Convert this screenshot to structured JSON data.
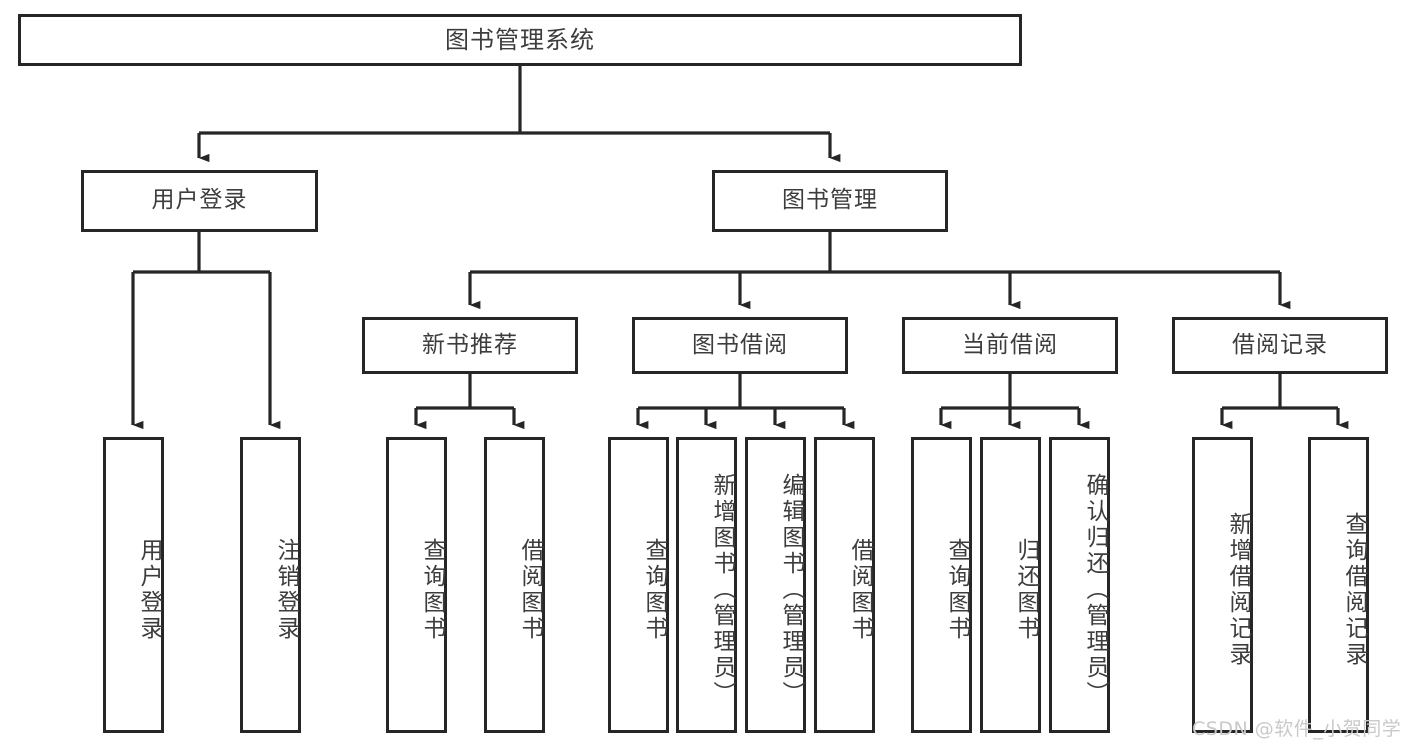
{
  "diagram": {
    "title": "图书管理系统",
    "type": "tree-hierarchy-chart",
    "colors": {
      "stroke": "#262626",
      "text": "#3d3d3d",
      "background": "#ffffff",
      "watermark": "#c9c9c9"
    },
    "root": {
      "id": "root",
      "label": "图书管理系统"
    },
    "level2": [
      {
        "id": "user-login",
        "label": "用户登录"
      },
      {
        "id": "book-manage",
        "label": "图书管理"
      }
    ],
    "level3": [
      {
        "id": "new-book-rec",
        "label": "新书推荐"
      },
      {
        "id": "book-borrow",
        "label": "图书借阅"
      },
      {
        "id": "current-borrow",
        "label": "当前借阅"
      },
      {
        "id": "borrow-record",
        "label": "借阅记录"
      }
    ],
    "leaves": {
      "user_login": [
        {
          "id": "leaf-user-login",
          "label": "用户登录"
        },
        {
          "id": "leaf-logout",
          "label": "注销登录"
        }
      ],
      "new_book_rec": [
        {
          "id": "leaf-query-book-1",
          "label": "查询图书"
        },
        {
          "id": "leaf-borrow-book-1",
          "label": "借阅图书"
        }
      ],
      "book_borrow": [
        {
          "id": "leaf-query-book-2",
          "label": "查询图书"
        },
        {
          "id": "leaf-add-book",
          "label": "新增图书（管理员）"
        },
        {
          "id": "leaf-edit-book",
          "label": "编辑图书（管理员）"
        },
        {
          "id": "leaf-borrow-book-2",
          "label": "借阅图书"
        }
      ],
      "current_borrow": [
        {
          "id": "leaf-query-book-3",
          "label": "查询图书"
        },
        {
          "id": "leaf-return-book",
          "label": "归还图书"
        },
        {
          "id": "leaf-confirm-return",
          "label": "确认归还（管理员）"
        }
      ],
      "borrow_record": [
        {
          "id": "leaf-add-record",
          "label": "新增借阅记录"
        },
        {
          "id": "leaf-query-record",
          "label": "查询借阅记录"
        }
      ]
    }
  },
  "watermark": {
    "text": "CSDN @软件_小贺同学"
  }
}
